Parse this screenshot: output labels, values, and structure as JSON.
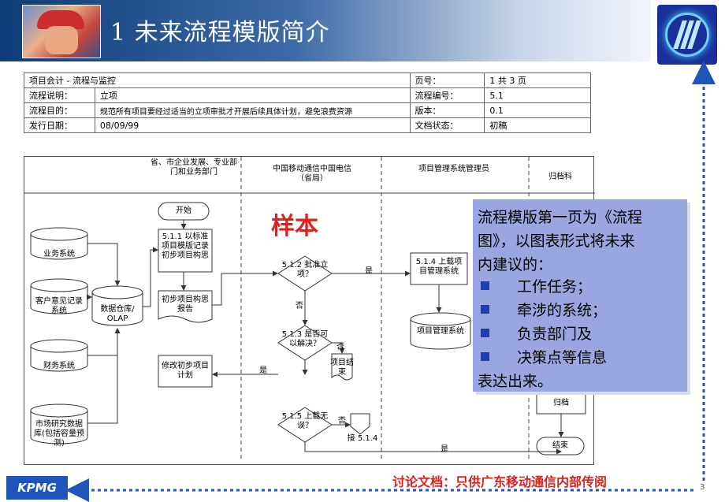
{
  "slide": {
    "title": "1 未来流程模版简介",
    "sample_stamp": "样本",
    "footer": "讨论文档：只供广东移动通信内部传阅",
    "brand": "KPMG",
    "page_number": "3",
    "colors": {
      "title_bar": "#0d3c78",
      "accent_red": "#e0201b",
      "callout_bg": "#9aa6e0",
      "arrow_blue": "#1f54b8"
    }
  },
  "info_table": {
    "r1": [
      "项目会计 - 流程与监控",
      "页号：",
      "1 共 3 页"
    ],
    "r2": [
      "流程说明：",
      "立项",
      "流程编号：",
      "5.1"
    ],
    "r3": [
      "流程目的：",
      "规范所有项目要经过适当的立项审批才开展后续具体计划，避免浪费资源",
      "版本：",
      "0.1"
    ],
    "r4": [
      "发行日期：",
      "08/09/99",
      "文档状态：",
      "初稿"
    ]
  },
  "flowchart": {
    "lanes": [
      "省、市企业发展、专业部门和业务部门",
      "中国移动通信中国电信（省局）",
      "项目管理系统管理员",
      "归档科"
    ],
    "systems": [
      "业务系统",
      "客户意见记录系统",
      "财务系统",
      "市场研究数据库(包括容量预测)"
    ],
    "warehouse": "数据仓库/ OLAP",
    "start": "开始",
    "step_511": "5.1.1 以标准项目模版记录初步项目构思",
    "doc_initial": "初步项目构思报告",
    "step_512": "5.1.2 批准立项？",
    "step_513": "5.1.3 是否可以解决？",
    "step_514": "5.1.4 上载项目管理系统",
    "step_515": "5.1.5 上载无误？",
    "revise": "修改初步项目计划",
    "pm_system": "项目管理系统",
    "terminate": "项目结束",
    "archive": "归档",
    "end": "结束",
    "yes": "是",
    "no": "否",
    "goto": "接 5.1.4"
  },
  "callout": {
    "intro": [
      "流程模版第一页为《流程",
      "图》，以图表形式将未来",
      "内建议的："
    ],
    "bullets": [
      "工作任务；",
      "牵涉的系统；",
      "负责部门及",
      "决策点等信息"
    ],
    "outro": "表达出来。"
  }
}
